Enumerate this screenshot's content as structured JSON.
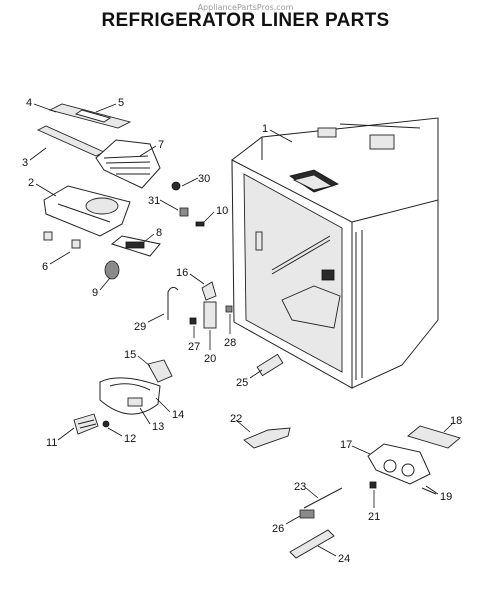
{
  "header": {
    "watermark": "AppliancePartsPros.com",
    "title": "REFRIGERATOR LINER PARTS"
  },
  "callouts": [
    "1",
    "2",
    "3",
    "4",
    "5",
    "6",
    "7",
    "8",
    "9",
    "10",
    "11",
    "12",
    "13",
    "14",
    "15",
    "16",
    "17",
    "18",
    "19",
    "20",
    "21",
    "22",
    "23",
    "24",
    "25",
    "26",
    "27",
    "28",
    "29",
    "30",
    "31"
  ]
}
